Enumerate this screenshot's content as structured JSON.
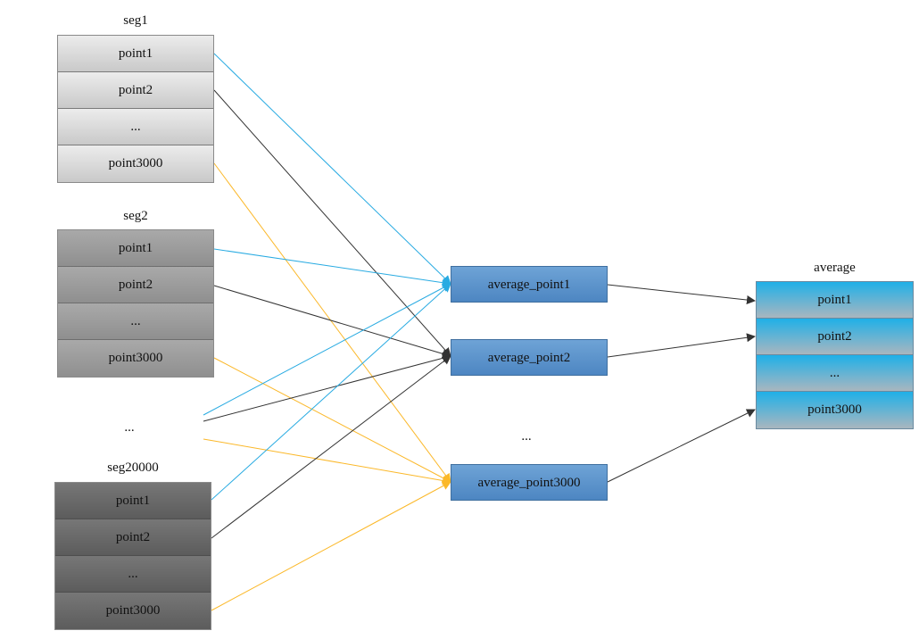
{
  "segments": [
    {
      "title": "seg1",
      "cells": [
        "point1",
        "point2",
        "...",
        "point3000"
      ]
    },
    {
      "title": "seg2",
      "cells": [
        "point1",
        "point2",
        "...",
        "point3000"
      ]
    },
    {
      "title": "seg20000",
      "cells": [
        "point1",
        "point2",
        "...",
        "point3000"
      ]
    }
  ],
  "between_segments_ellipsis": "...",
  "average_points": [
    "average_point1",
    "average_point2",
    "average_point3000"
  ],
  "average_points_ellipsis": "...",
  "average": {
    "title": "average",
    "cells": [
      "point1",
      "point2",
      "...",
      "point3000"
    ]
  },
  "colors": {
    "point1_arrow": "#29abe2",
    "point2_arrow": "#333333",
    "point3000_arrow": "#fbb829"
  }
}
